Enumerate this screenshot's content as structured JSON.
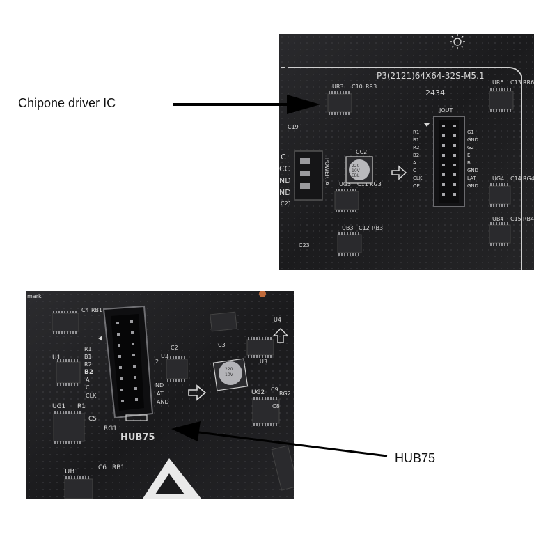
{
  "callouts": {
    "top": "Chipone driver IC",
    "bottom": "HUB75"
  },
  "top_photo": {
    "board_title": "P3(2121)64X64-32S-M5.1",
    "date_code": "2434",
    "connector_label": "JOUT",
    "power_label": "POWER_A",
    "left_pins": [
      "R1",
      "B1",
      "R2",
      "B2",
      "A",
      "C",
      "CLK",
      "OE"
    ],
    "right_pins": [
      "G1",
      "GND",
      "G2",
      "E",
      "B",
      "GND",
      "LAT",
      "GND"
    ],
    "chip_labels": [
      "UR3",
      "C10",
      "RR3",
      "UR6",
      "C13",
      "RR6",
      "UG3",
      "C11",
      "RG3",
      "UB3",
      "C12",
      "RB3",
      "UG4",
      "C14",
      "RG4",
      "UB4",
      "C15",
      "RB4",
      "C19",
      "C21",
      "C23",
      "CC2"
    ],
    "power_pins": [
      "C",
      "CC",
      "ND",
      "ND"
    ],
    "capacitor_text": [
      "220",
      "10V",
      "EBL"
    ]
  },
  "bottom_photo": {
    "connector_label": "HUB75",
    "left_pins": [
      "R1",
      "B1",
      "R2",
      "B2",
      "A",
      "C",
      "CLK"
    ],
    "right_pins": [
      "2",
      "ND",
      "AT",
      "AND"
    ],
    "chip_labels": [
      "C4",
      "RB1",
      "U1",
      "U2",
      "C2",
      "C3",
      "U3",
      "UG1",
      "R1",
      "C5",
      "RG1",
      "C8",
      "UB1",
      "C6",
      "RB1",
      "U4",
      "UG2",
      "RG2",
      "C9"
    ],
    "mark_text": "mark",
    "capacitor_text": [
      "220",
      "10V"
    ]
  },
  "colors": {
    "pcb": "#1c1c1e",
    "pcb_dark": "#111113",
    "silkscreen": "#d8d8d8",
    "chip": "#2a2a2d",
    "pin": "#b8b8bc",
    "arrow": "#000000"
  }
}
